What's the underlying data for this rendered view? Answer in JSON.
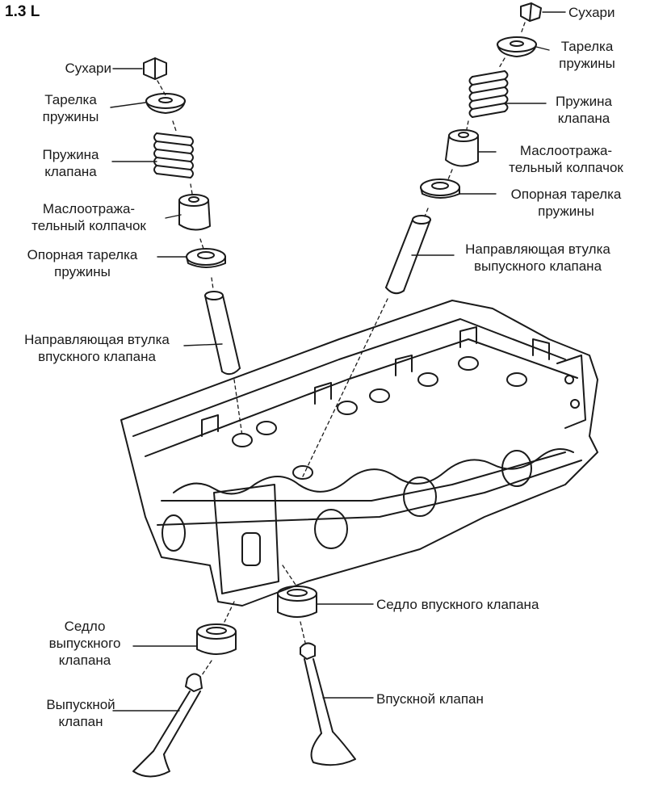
{
  "title": "1.3 L",
  "labels": {
    "keepers_left": "Сухари",
    "spring_retainer_left": "Тарелка\nпружины",
    "valve_spring_left": "Пружина\nклапана",
    "oil_seal_left": "Маслоотража-\nтельный колпачок",
    "spring_seat_left": "Опорная тарелка\nпружины",
    "intake_guide": "Направляющая втулка\nвпускного клапана",
    "keepers_right": "Сухари",
    "spring_retainer_right": "Тарелка\nпружины",
    "valve_spring_right": "Пружина\nклапана",
    "oil_seal_right": "Маслоотража-\nтельный колпачок",
    "spring_seat_right": "Опорная тарелка\nпружины",
    "exhaust_guide": "Направляющая втулка\nвыпускного клапана",
    "intake_seat": "Седло впускного клапана",
    "exhaust_seat": "Седло\nвыпускного\nклапана",
    "exhaust_valve": "Выпускной\nклапан",
    "intake_valve": "Впускной клапан"
  },
  "colors": {
    "ink": "#1a1a1a",
    "paper": "#ffffff"
  }
}
